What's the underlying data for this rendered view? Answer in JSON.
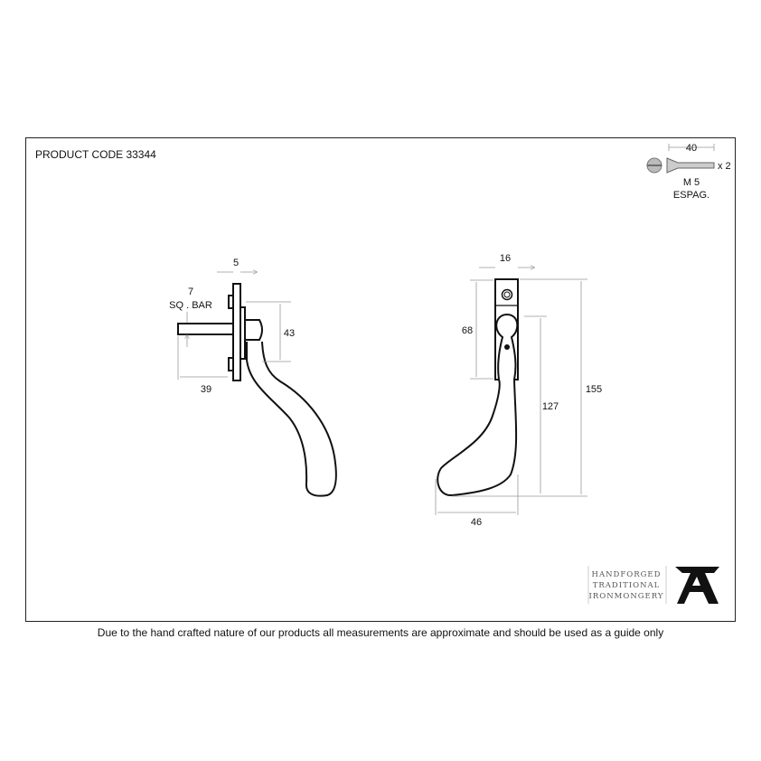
{
  "product_code": "PRODUCT CODE 33344",
  "screw": {
    "length": "40",
    "quantity": "x 2",
    "size": "M 5",
    "type": "ESPAG."
  },
  "side_view": {
    "plate_thickness": "5",
    "bar_size": "7",
    "bar_label": "SQ . BAR",
    "height": "43",
    "bar_length": "39"
  },
  "front_view": {
    "width": "16",
    "plate_height": "68",
    "handle_length": "127",
    "overall_height": "155",
    "projection": "46"
  },
  "logo": {
    "lines": [
      "HANDFORGED",
      "TRADITIONAL",
      "IRONMONGERY"
    ],
    "mark": "A"
  },
  "footer": "Due to the hand crafted nature of our products all measurements are approximate and should be used as a guide only"
}
